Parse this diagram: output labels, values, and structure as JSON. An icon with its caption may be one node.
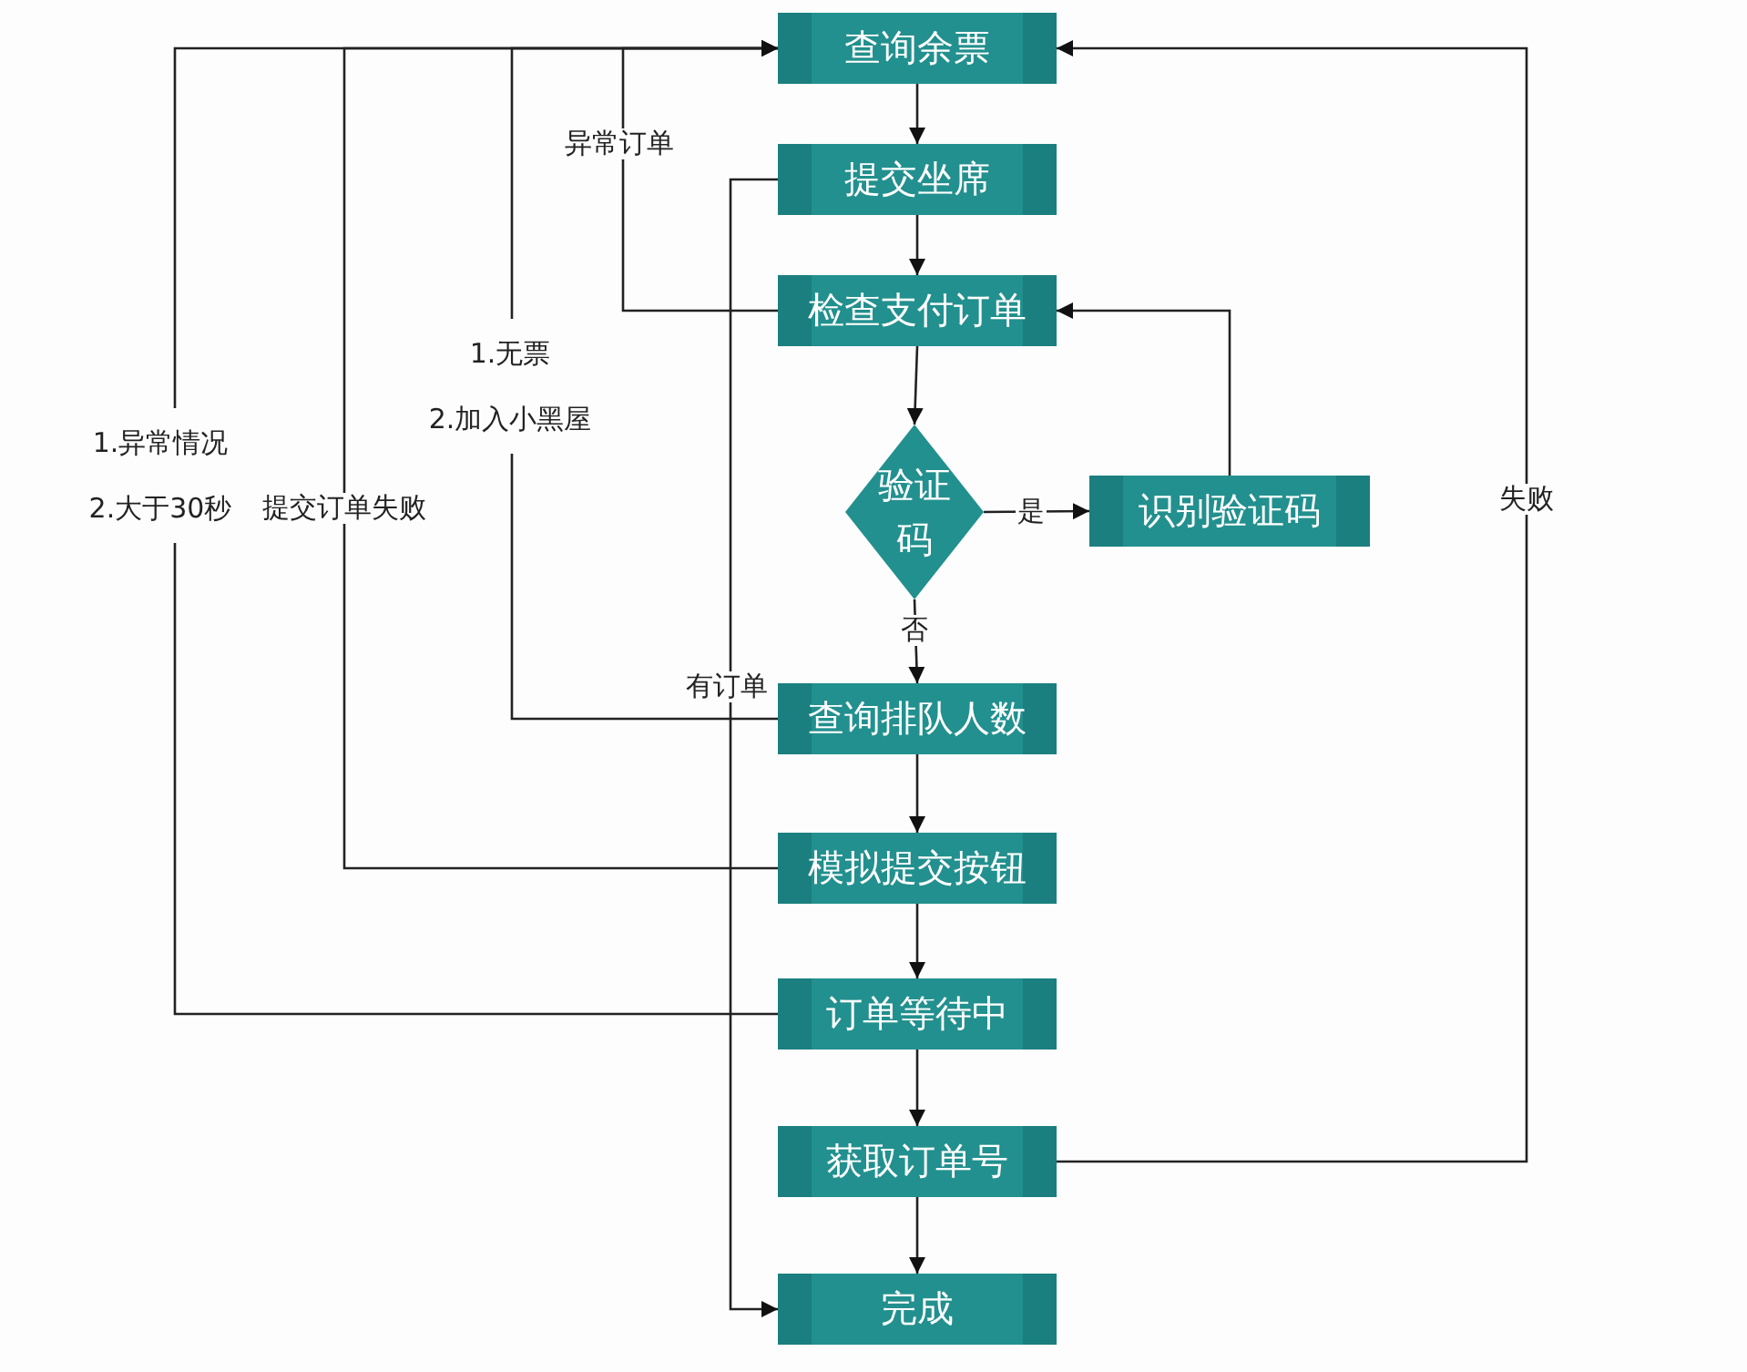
{
  "diagram": {
    "nodes": [
      {
        "text": [
          "查询余票"
        ]
      },
      {
        "text": [
          "提交坐席"
        ]
      },
      {
        "text": [
          "检查支付订单"
        ]
      },
      {
        "text": [
          "验证码"
        ]
      },
      {
        "text": [
          "识别验证码"
        ]
      },
      {
        "text": [
          "查询排队人数"
        ]
      },
      {
        "text": [
          "模拟提交按钮"
        ]
      },
      {
        "text": [
          "订单等待中"
        ]
      },
      {
        "text": [
          "获取订单号"
        ]
      },
      {
        "text": [
          "完成"
        ]
      }
    ],
    "edges": [
      {
        "from": 0,
        "to": 1,
        "arrow": "to"
      },
      {
        "from": 1,
        "to": 2,
        "arrow": "to"
      },
      {
        "from": 2,
        "to": 3,
        "arrow": "to"
      },
      {
        "from": 3,
        "to": 4,
        "arrow": "to",
        "label": "是"
      },
      {
        "from": 4,
        "to": 2,
        "arrow": "to"
      },
      {
        "from": 3,
        "to": 5,
        "arrow": "to",
        "label": "否"
      },
      {
        "from": 5,
        "to": 6,
        "arrow": "to"
      },
      {
        "from": 6,
        "to": 7,
        "arrow": "to"
      },
      {
        "from": 7,
        "to": 8,
        "arrow": "to"
      },
      {
        "from": 8,
        "to": 9,
        "arrow": "to"
      },
      {
        "from": 2,
        "to": 0,
        "arrow": "to",
        "label": "异常订单"
      },
      {
        "from": 5,
        "to": 0,
        "arrow": "to",
        "label": "1.无票 2.加入小黑屋"
      },
      {
        "from": 6,
        "to": 0,
        "arrow": "to",
        "label": "提交订单失败"
      },
      {
        "from": 7,
        "to": 0,
        "arrow": "to",
        "label": "1.异常情况 2.大于30秒"
      },
      {
        "from": 8,
        "to": 0,
        "arrow": "to",
        "label": "失败"
      },
      {
        "from": 1,
        "to": 9,
        "arrow": "to",
        "label": "有订单"
      }
    ]
  }
}
